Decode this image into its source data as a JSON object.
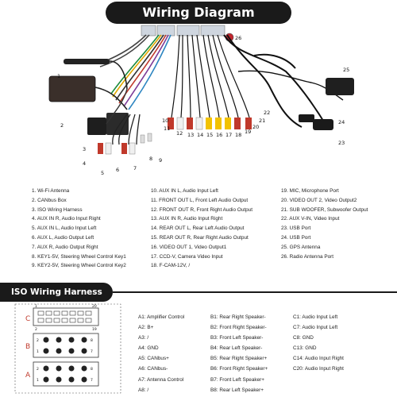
{
  "title": "Wiring Diagram",
  "callouts": [
    "1",
    "2",
    "3",
    "4",
    "5",
    "6",
    "7",
    "8",
    "9",
    "10",
    "11",
    "12",
    "13",
    "14",
    "15",
    "16",
    "17",
    "18",
    "19",
    "20",
    "21",
    "22",
    "23",
    "24",
    "25",
    "26"
  ],
  "legend": [
    [
      "1. Wi-Fi Antenna",
      "2. CANbus Box",
      "3. ISO Wiring Harness",
      "4. AUX IN R, Audio Input Right",
      "5. AUX IN L, Audio Input Left",
      "6. AUX L, Audio Output Left",
      "7. AUX R, Audio Output Right",
      "8. KEY1-5V, Steering Wheel Control Key1",
      "9. KEY2-5V, Steering Wheel Control Key2"
    ],
    [
      "10. AUX IN L, Audio Input Left",
      "11. FRONT OUT L, Front Left Audio Output",
      "12. FRONT OUT R, Front Right Audio Output",
      "13. AUX IN R, Audio Input Right",
      "14. REAR OUT L, Rear Left Audio Output",
      "15. REAR OUT R, Rear Right Audio Output",
      "16. VIDEO OUT 1, Video Output1",
      "17. CCD-V, Camera Video Input",
      "18. F-CAM-12V,  /"
    ],
    [
      "19. MIC, Microphone Port",
      "20. VIDEO OUT 2, Video Output2",
      "21. SUB WOOFER, Subwoofer Output",
      "22. AUX V-IN, Video Input",
      "23. USB Port",
      "24. USB Port",
      "25. GPS Antenna",
      "26. Radio Antenna Port"
    ]
  ],
  "iso_title": "ISO Wiring Harness",
  "connector": {
    "label_c": "C",
    "label_b": "B",
    "label_a": "A",
    "c_left": "1",
    "c_right": "20",
    "c_bl": "2",
    "c_br": "19",
    "b_tl": "2",
    "b_tr": "8",
    "b_bl": "1",
    "b_br": "7",
    "a_tl": "2",
    "a_tr": "8",
    "a_bl": "1",
    "a_br": "7"
  },
  "pins": [
    [
      "A1: Amplifier Control",
      "A2: B+",
      "A3: /",
      "A4: GND",
      "A5: CANbus+",
      "A6: CANbus-",
      "A7: Antenna Control",
      "A8: /"
    ],
    [
      "B1: Rear Right Speaker-",
      "B2: Front Right Speaker-",
      "B3: Front Left Speaker-",
      "B4: Rear Left Speaker-",
      "B5: Rear Right Speaker+",
      "B6: Front Right Speaker+",
      "B7: Front Left Speaker+",
      "B8: Rear Left Speaker+"
    ],
    [
      "C1: Audio Input Left",
      "C7: Audio Input Left",
      "C8: GND",
      "C13: GND",
      "C14: Audio Input Right",
      "C20: Audio Input Right"
    ]
  ],
  "colors": {
    "accent": "#1a1a1a",
    "red": "#d0251e",
    "white_plug": "#e8e8e8",
    "yellow": "#f2c200",
    "green": "#1b8a3c"
  }
}
